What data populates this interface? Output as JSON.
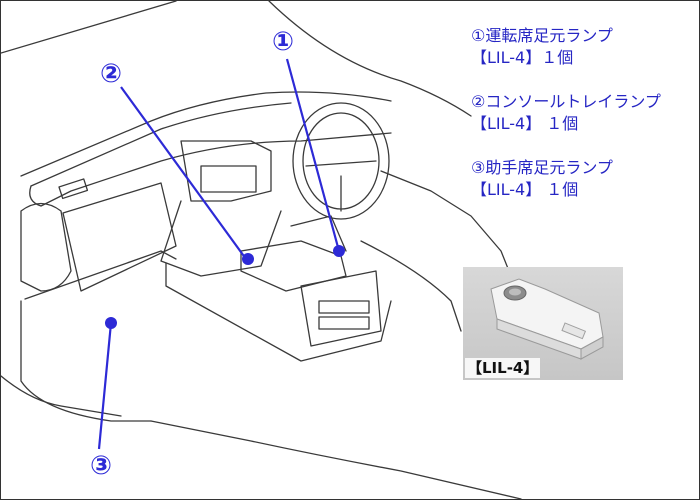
{
  "callouts": {
    "one": "①",
    "two": "②",
    "three": "③"
  },
  "legend": [
    {
      "name": "①運転席足元ランプ",
      "model": "【LIL-4】１個"
    },
    {
      "name": "②コンソールトレイランプ",
      "model": "【LIL-4】 １個"
    },
    {
      "name": "③助手席足元ランプ",
      "model": "【LIL-4】 １個"
    }
  ],
  "photo": {
    "label": "【LIL-4】"
  },
  "colors": {
    "accent": "#2d2ad6",
    "legend_text": "#2626c4",
    "line_art": "#3a3a3a"
  }
}
